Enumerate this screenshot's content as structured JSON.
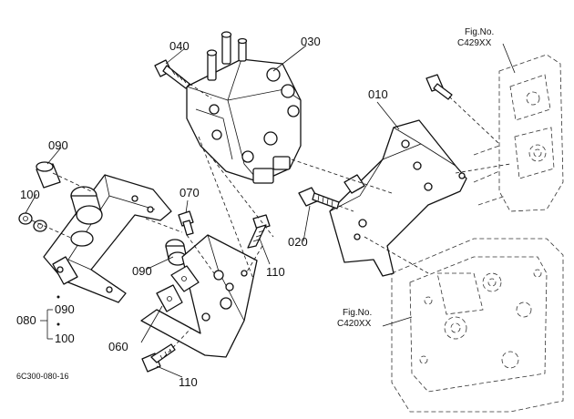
{
  "diagram": {
    "drawing_code": "6C300-080-16",
    "callouts": {
      "p010": "010",
      "p020": "020",
      "p030": "030",
      "p040": "040",
      "p060": "060",
      "p070": "070",
      "p080": "080",
      "p090_top": "090",
      "p090_mid": "090",
      "p090_group": "090",
      "p100_left": "100",
      "p100_group": "100",
      "p110_right": "110",
      "p110_bottom": "110"
    },
    "figure_refs": [
      {
        "label": "Fig.No.",
        "code": "C429XX"
      },
      {
        "label": "Fig.No.",
        "code": "C420XX"
      }
    ]
  }
}
